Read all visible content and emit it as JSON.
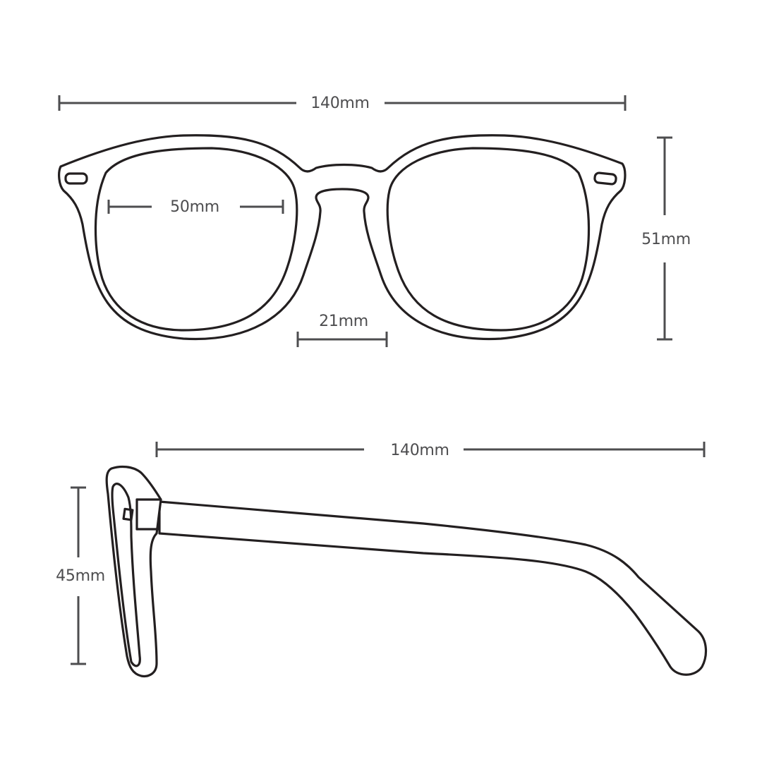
{
  "front_view": {
    "total_width_label": "140mm",
    "lens_width_label": "50mm",
    "bridge_width_label": "21mm",
    "lens_height_label": "51mm"
  },
  "side_view": {
    "temple_length_label": "140mm",
    "frame_height_label": "45mm"
  },
  "colors": {
    "outline": "#231f20",
    "dimension": "#4d4d4f",
    "background": "#ffffff"
  }
}
